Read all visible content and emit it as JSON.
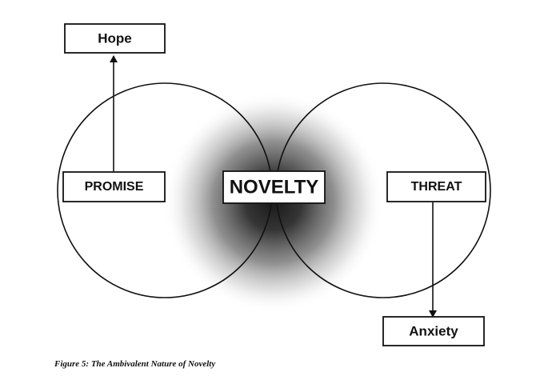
{
  "diagram": {
    "center_label": "NOVELTY",
    "left_label": "PROMISE",
    "right_label": "THREAT",
    "top_outcome": "Hope",
    "bottom_outcome": "Anxiety"
  },
  "caption": "Figure 5: The Ambivalent Nature of Novelty",
  "colors": {
    "stroke": "#111111",
    "box_fill": "#ffffff",
    "glow_core": "#1a1a1a",
    "background": "#ffffff"
  }
}
